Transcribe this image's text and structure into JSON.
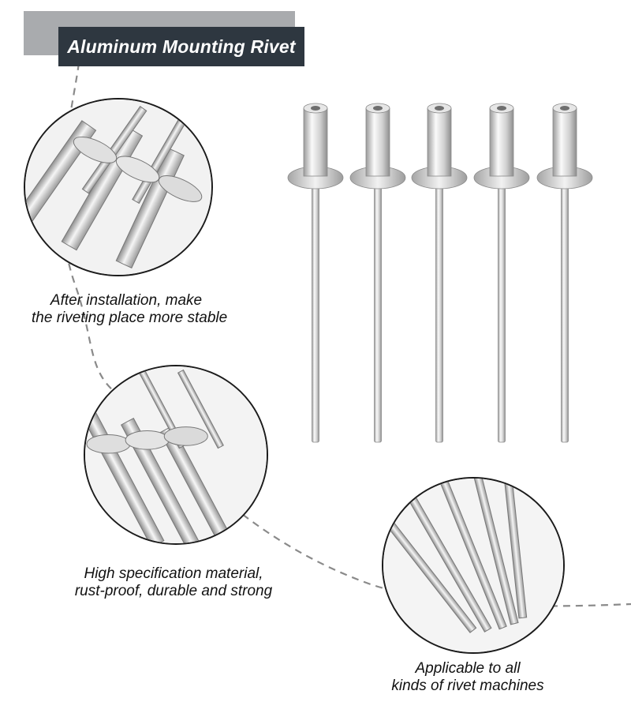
{
  "title": "Aluminum Mounting Rivet",
  "features": [
    {
      "line1": "After installation, make",
      "line2": "the riveting place more stable"
    },
    {
      "line1": "High specification material,",
      "line2": "rust-proof, durable and strong"
    },
    {
      "line1": "Applicable to all",
      "line2": "kinds of rivet machines"
    }
  ],
  "colors": {
    "title_bg": "#2e3740",
    "title_shadow": "#a9abae",
    "text": "#111111"
  }
}
